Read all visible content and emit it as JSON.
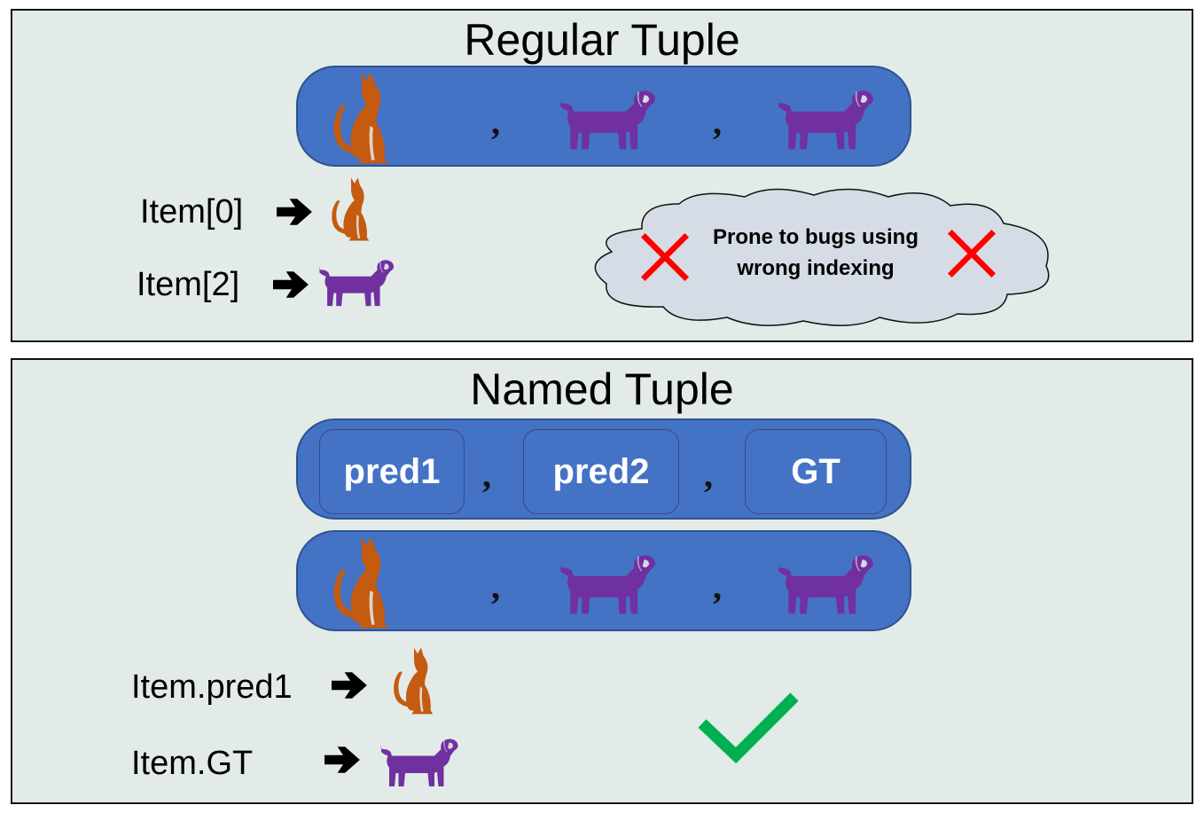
{
  "regular": {
    "title": "Regular Tuple",
    "items": [
      "cat-icon",
      "dog-icon",
      "dog-icon"
    ],
    "access": [
      {
        "label": "Item[0]",
        "result_icon": "cat-icon"
      },
      {
        "label": "Item[2]",
        "result_icon": "dog-icon"
      }
    ],
    "warning": {
      "line1": "Prone to bugs using",
      "line2": "wrong indexing",
      "marker_icon": "red-x-icon"
    }
  },
  "named": {
    "title": "Named Tuple",
    "fields": [
      "pred1",
      "pred2",
      "GT"
    ],
    "items": [
      "cat-icon",
      "dog-icon",
      "dog-icon"
    ],
    "access": [
      {
        "label": "Item.pred1",
        "result_icon": "cat-icon"
      },
      {
        "label": "Item.GT",
        "result_icon": "dog-icon"
      }
    ],
    "ok_icon": "green-check-icon"
  },
  "separator": ",",
  "colors": {
    "panel_bg": "#e2ebe7",
    "pill": "#4472c4",
    "cat": "#c55a11",
    "dog": "#7030a0",
    "cross": "#ff0000",
    "check": "#00b050",
    "cloud": "#d6dce5"
  }
}
